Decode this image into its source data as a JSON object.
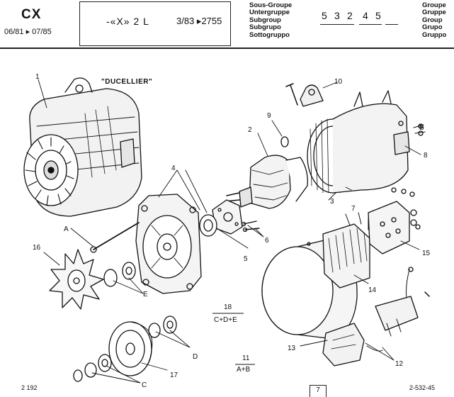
{
  "header": {
    "model": "CX",
    "dates": "06/81 ▸ 07/85",
    "model_desc": "-«X» 2 L",
    "ref": "3/83 ▸2755",
    "subgroup_labels": [
      "Sous-Groupe",
      "Untergruppe",
      "Subgroup",
      "Subgrupo",
      "Sottogruppo"
    ],
    "group_labels": [
      "Groupe",
      "Gruppe",
      "Group",
      "Grupo",
      "Gruppo"
    ],
    "codes": [
      "5",
      "3",
      "2",
      "4",
      "5",
      ""
    ]
  },
  "diagram": {
    "title": "\"DUCELLIER\"",
    "callouts": {
      "c1": "1",
      "c2": "2",
      "c3": "3",
      "c4": "4",
      "c5": "5",
      "c6": "6",
      "c7": "7",
      "c8": "8",
      "c9": "9",
      "c10": "10",
      "c12": "12",
      "c13": "13",
      "c14": "14",
      "c15": "15",
      "c16": "16",
      "c17": "17",
      "cA": "A",
      "cB": "B",
      "cC": "C",
      "cD": "D",
      "cE": "E"
    },
    "kits": [
      {
        "number": "18",
        "contents": "C+D+E"
      },
      {
        "number": "11",
        "contents": "A+B"
      }
    ]
  },
  "footer": {
    "left": "2 192",
    "box": "7",
    "right": "2-532-45"
  },
  "colors": {
    "ink": "#111111",
    "paper": "#ffffff"
  }
}
